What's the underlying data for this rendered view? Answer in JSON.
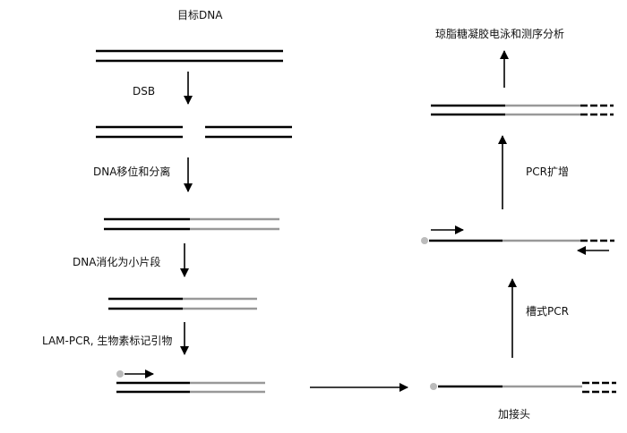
{
  "labels": {
    "target_dna": "目标DNA",
    "dsb": "DSB",
    "translocation": "DNA移位和分离",
    "digestion": "DNA消化为小片段",
    "lam_pcr": "LAM-PCR, 生物素标记引物",
    "add_adapter": "加接头",
    "nested_pcr": "槽式PCR",
    "pcr_amplify": "PCR扩增",
    "analysis": "琼脂糖凝胶电泳和测序分析"
  },
  "colors": {
    "strand": "#000000",
    "partner_strand": "#999999",
    "biotin_dot": "#bbbbbb",
    "text": "#111111"
  }
}
